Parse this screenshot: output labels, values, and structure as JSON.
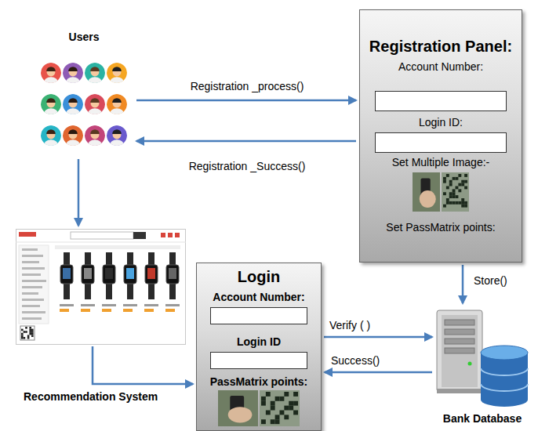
{
  "diagram": {
    "nodes": [
      {
        "text": [
          "Users"
        ]
      },
      {
        "text": [
          "Registration Panel:",
          "Account Number:",
          "Login ID:",
          "Set Multiple Image:-",
          "Set PassMatrix points:"
        ]
      },
      {
        "text": [
          "Recommendation System"
        ]
      },
      {
        "text": [
          "Login",
          "Account Number:",
          "Login ID",
          "PassMatrix points:"
        ]
      },
      {
        "text": [
          "Bank Database"
        ]
      }
    ],
    "edges": [
      {
        "from": 0,
        "to": 1,
        "arrow": "to",
        "label": "Registration _process()"
      },
      {
        "from": 1,
        "to": 0,
        "arrow": "to",
        "label": "Registration _Success()"
      },
      {
        "from": 0,
        "to": 2,
        "arrow": "to"
      },
      {
        "from": 2,
        "to": 3,
        "arrow": "to"
      },
      {
        "from": 1,
        "to": 4,
        "arrow": "to",
        "label": "Store()"
      },
      {
        "from": 3,
        "to": 4,
        "arrow": "to",
        "label": "Verify ( )"
      },
      {
        "from": 4,
        "to": 3,
        "arrow": "to",
        "label": "Success()"
      }
    ]
  }
}
